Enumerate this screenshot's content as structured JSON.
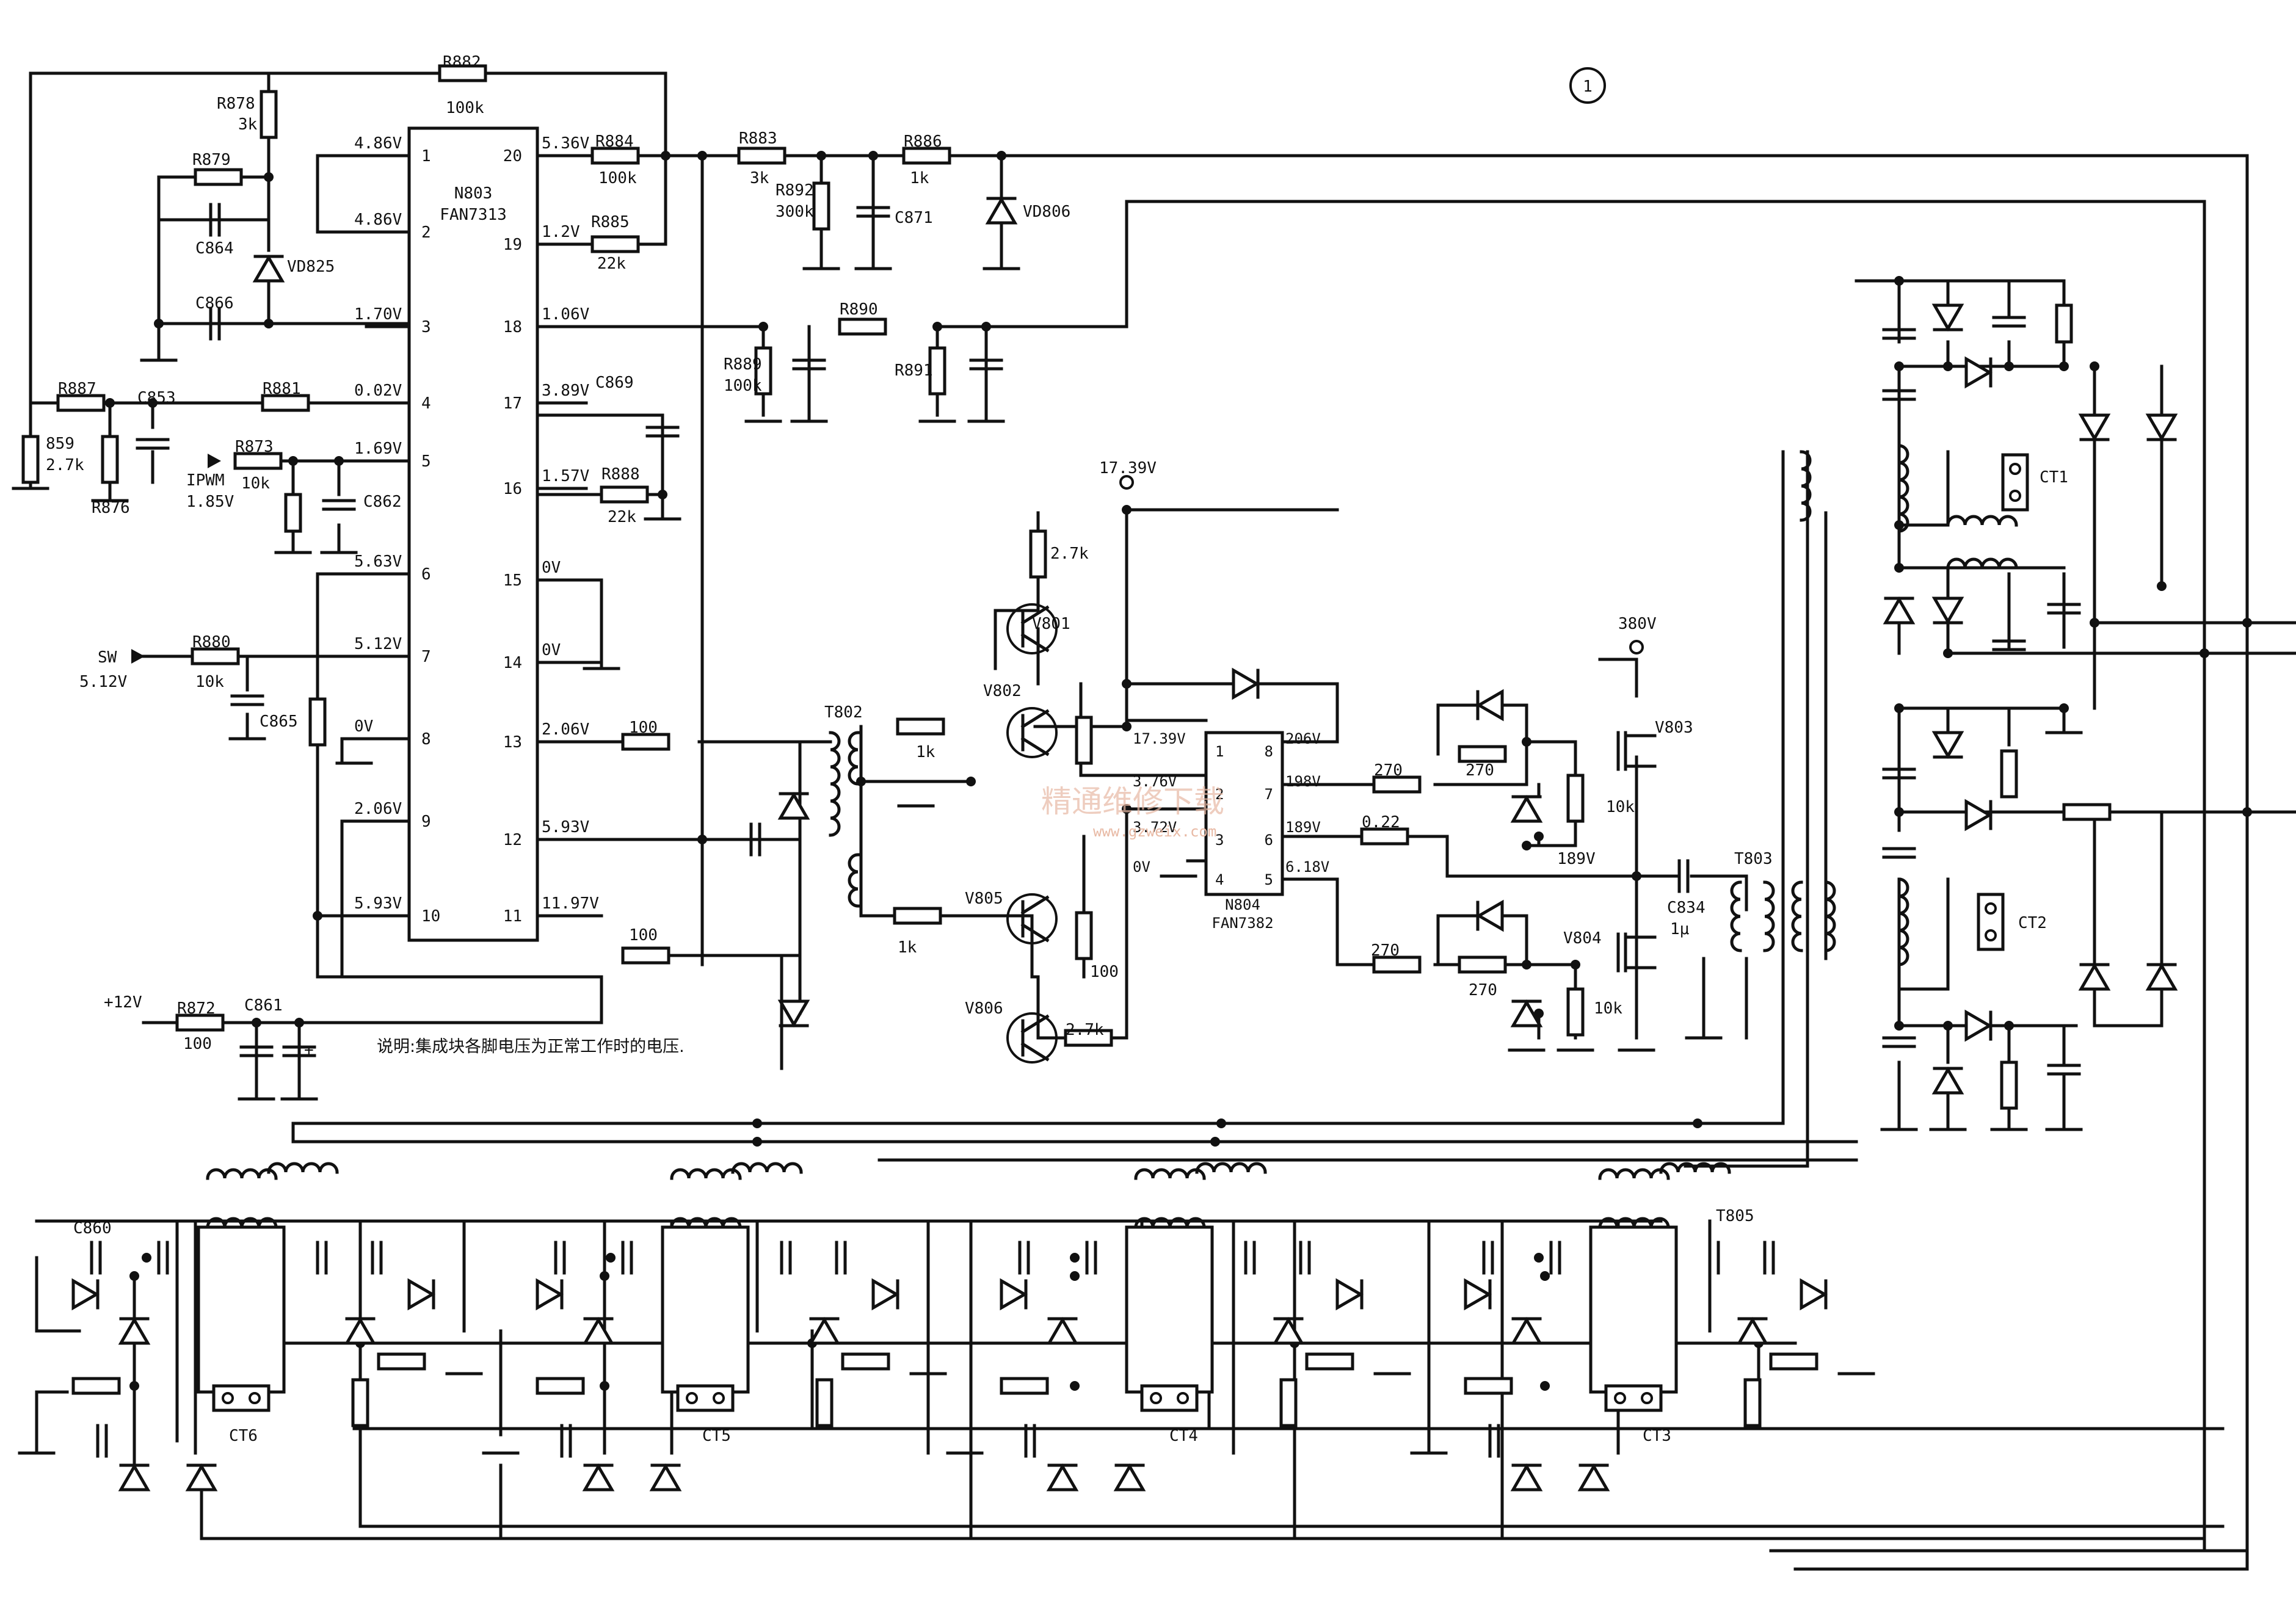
{
  "page_marker": "1",
  "note": "说明:集成块各脚电压为正常工作时的电压.",
  "watermark": "精通维修下载",
  "watermark_url": "www.gzweix.com",
  "n803": {
    "ref": "N803",
    "part": "FAN7313",
    "pins_left": [
      {
        "num": "1",
        "v": "4.86V"
      },
      {
        "num": "2",
        "v": "4.86V"
      },
      {
        "num": "3",
        "v": "1.70V"
      },
      {
        "num": "4",
        "v": "0.02V"
      },
      {
        "num": "5",
        "v": "1.69V"
      },
      {
        "num": "6",
        "v": "5.63V"
      },
      {
        "num": "7",
        "v": "5.12V"
      },
      {
        "num": "8",
        "v": "0V"
      },
      {
        "num": "9",
        "v": "2.06V"
      },
      {
        "num": "10",
        "v": "5.93V"
      }
    ],
    "pins_right": [
      {
        "num": "20",
        "v": "5.36V"
      },
      {
        "num": "19",
        "v": "1.2V"
      },
      {
        "num": "18",
        "v": "1.06V"
      },
      {
        "num": "17",
        "v": "3.89V"
      },
      {
        "num": "16",
        "v": "1.57V"
      },
      {
        "num": "15",
        "v": "0V"
      },
      {
        "num": "14",
        "v": "0V"
      },
      {
        "num": "13",
        "v": "2.06V"
      },
      {
        "num": "12",
        "v": "5.93V"
      },
      {
        "num": "11",
        "v": "11.97V"
      }
    ]
  },
  "n804": {
    "ref": "N804",
    "part": "FAN7382",
    "pins_left": [
      {
        "num": "1",
        "v": "17.39V"
      },
      {
        "num": "2",
        "v": "3.76V"
      },
      {
        "num": "3",
        "v": "3.72V"
      },
      {
        "num": "4",
        "v": "0V"
      }
    ],
    "pins_right": [
      {
        "num": "8",
        "v": "206V"
      },
      {
        "num": "7",
        "v": "198V"
      },
      {
        "num": "6",
        "v": "189V"
      },
      {
        "num": "5",
        "v": "6.18V"
      }
    ]
  },
  "labels": {
    "r882": "R882",
    "r882v": "100k",
    "r878": "R878",
    "r878v": "3k",
    "r879": "R879",
    "c864": "C864",
    "vd825": "VD825",
    "c866": "C866",
    "r884": "R884",
    "r884v": "100k",
    "r885": "R885",
    "r885v": "22k",
    "r883": "R883",
    "r883v": "3k",
    "r892": "R892",
    "r892v": "300k",
    "c871": "C871",
    "r886": "R886",
    "r886v": "1k",
    "vd806": "VD806",
    "r890": "R890",
    "r889": "R889",
    "r889v": "100k",
    "r891": "R891",
    "r887": "R887",
    "c853": "C853",
    "r881": "R881",
    "r859": "859",
    "r859v": "2.7k",
    "r876": "R876",
    "r873": "R873",
    "r873v": "10k",
    "ipwm": "IPWM",
    "ipwm_v": "1.85V",
    "c862": "C862",
    "c869": "C869",
    "r888": "R888",
    "r888v": "22k",
    "sw": "SW",
    "sw_v": "5.12V",
    "r880": "R880",
    "r880v": "10k",
    "c865": "C865",
    "r100a": "100",
    "r100b": "100",
    "v12": "+12V",
    "r872": "R872",
    "r872v": "100",
    "c861": "C861",
    "plus": "+",
    "t802": "T802",
    "r1ka": "1k",
    "r1kb": "1k",
    "v1739": "17.39V",
    "r27ka": "2.7k",
    "v801": "V801",
    "v802": "V802",
    "v805": "V805",
    "v806": "V806",
    "r100c": "100",
    "r27kb": "2.7k",
    "v380": "380V",
    "v803": "V803",
    "v804": "V804",
    "r270a": "270",
    "r270b": "270",
    "r270c": "270",
    "r270d": "270",
    "r022": "0.22",
    "r10ka": "10k",
    "r10kb": "10k",
    "v189": "189V",
    "c834": "C834",
    "c834v": "1μ",
    "t803": "T803",
    "ct1": "CT1",
    "ct2": "CT2",
    "ct3": "CT3",
    "ct4": "CT4",
    "ct5": "CT5",
    "ct6": "CT6",
    "c860": "C860",
    "t805": "T805"
  }
}
